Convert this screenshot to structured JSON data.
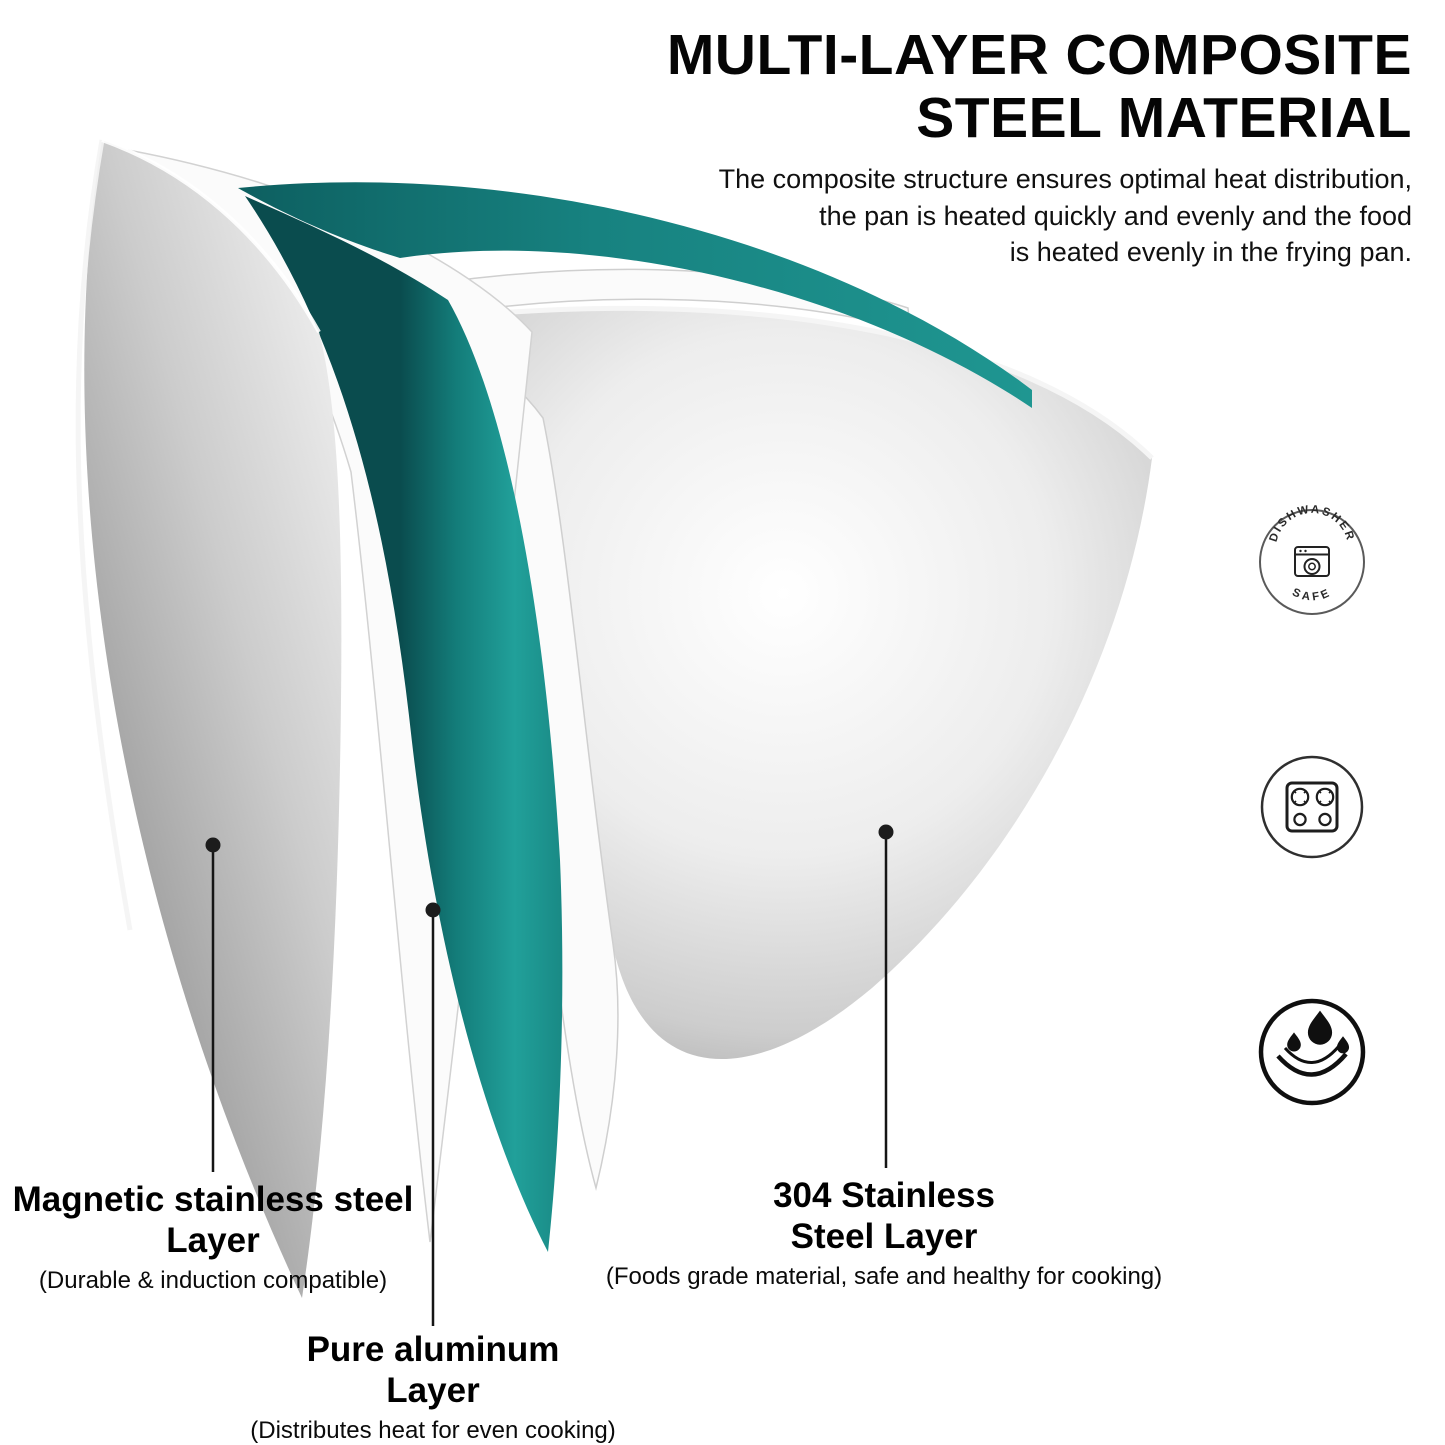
{
  "header": {
    "title_line1": "MULTI-LAYER COMPOSITE",
    "title_line2": "STEEL MATERIAL",
    "subtitle_line1": "The composite structure ensures optimal heat distribution,",
    "subtitle_line2": "the pan is heated quickly and evenly and the food",
    "subtitle_line3": "is heated evenly in the frying pan."
  },
  "callouts": {
    "magnetic": {
      "title_line1": "Magnetic stainless steel",
      "title_line2": "Layer",
      "note": "(Durable & induction compatible)"
    },
    "aluminum": {
      "title_line1": "Pure aluminum",
      "title_line2": "Layer",
      "note": "(Distributes heat for even cooking)"
    },
    "steel304": {
      "title_line1": "304 Stainless",
      "title_line2": "Steel Layer",
      "note": "(Foods grade material, safe and healthy for cooking)"
    }
  },
  "badges": {
    "dishwasher_top": "DISHWASHER",
    "dishwasher_bottom": "SAFE",
    "icons": {
      "dishwasher": "dishwasher-icon",
      "stove": "gas-stove-icon",
      "water": "water-drops-icon"
    }
  },
  "colors": {
    "teal_face": "#1f9d97",
    "teal_dark": "#0a4c4e",
    "steel_light": "#f2f2f2",
    "steel_dark": "#8c8c8c",
    "text": "#000000"
  }
}
